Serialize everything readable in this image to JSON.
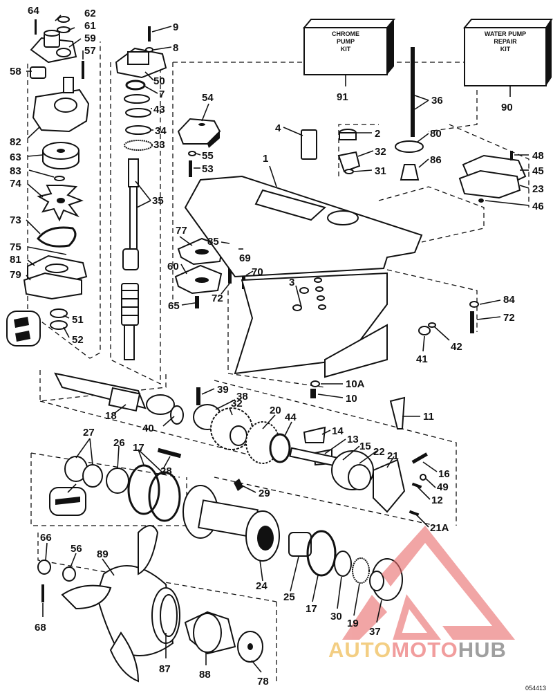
{
  "kits": [
    {
      "lines": [
        "CHROME",
        "PUMP",
        "KIT"
      ],
      "number": "91"
    },
    {
      "lines": [
        "WATER PUMP",
        "REPAIR",
        "KIT"
      ],
      "number": "90"
    }
  ],
  "callouts": [
    "64",
    "62",
    "61",
    "59",
    "57",
    "58",
    "82",
    "63",
    "83",
    "74",
    "73",
    "75",
    "81",
    "79",
    "51",
    "52",
    "9",
    "8",
    "50",
    "7",
    "43",
    "34",
    "33",
    "35",
    "54",
    "55",
    "53",
    "77",
    "85",
    "69",
    "60",
    "70",
    "72",
    "65",
    "4",
    "2",
    "32",
    "31",
    "1",
    "36",
    "80",
    "86",
    "48",
    "45",
    "23",
    "46",
    "3",
    "84",
    "72",
    "42",
    "41",
    "39",
    "38",
    "32",
    "10A",
    "10",
    "11",
    "18",
    "40",
    "20",
    "44",
    "14",
    "13",
    "15",
    "22",
    "21",
    "16",
    "49",
    "12",
    "21A",
    "27",
    "26",
    "17",
    "28",
    "29",
    "24",
    "25",
    "17",
    "30",
    "19",
    "37",
    "66",
    "56",
    "89",
    "68",
    "87",
    "88",
    "78"
  ],
  "watermark": {
    "segments": [
      {
        "text": "AUTO",
        "color": "#f2c66e"
      },
      {
        "text": "MOTO",
        "color": "#ef8d8d"
      },
      {
        "text": "HUB",
        "color": "#8f8f8f"
      }
    ],
    "logo_color": "#e86a6a"
  },
  "corner_code": "054413"
}
